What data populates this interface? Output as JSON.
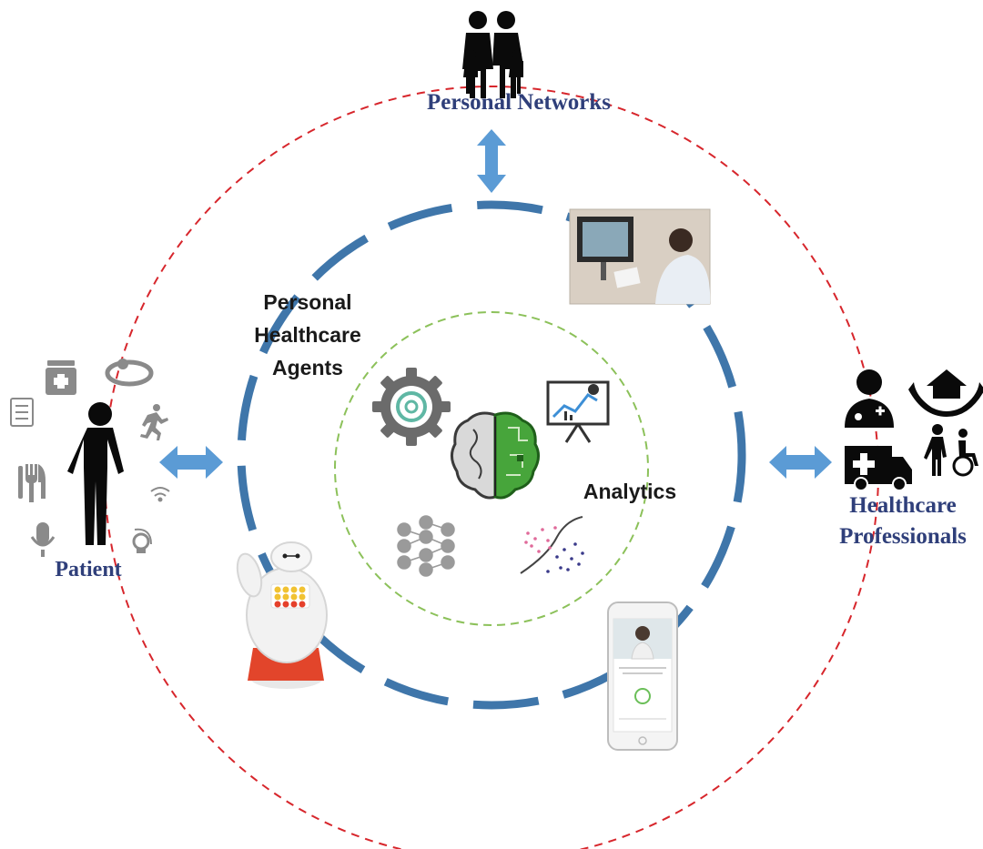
{
  "labels": {
    "personal_networks": "Personal Networks",
    "agents_line1": "Personal",
    "agents_line2": "Healthcare",
    "agents_line3": "Agents",
    "analytics": "Analytics",
    "patient": "Patient",
    "hcp_line1": "Healthcare",
    "hcp_line2": "Professionals"
  },
  "colors": {
    "outer_ring": "#d7262c",
    "middle_ring": "#3f76aa",
    "inner_ring": "#8cc15a",
    "arrow": "#5b9bd5",
    "label_blue": "#2f3f7a",
    "icon_black": "#0a0a0a",
    "icon_gray": "#8a8a8a"
  },
  "icons": [
    "family-icon",
    "medicine-jar-icon",
    "scale-icon",
    "clipboard-icon",
    "running-icon",
    "cutlery-icon",
    "wifi-icon",
    "microphone-icon",
    "satellite-icon",
    "human-body-icon",
    "doctor-icon",
    "caring-hands-house-icon",
    "ambulance-icon",
    "caregiver-wheelchair-icon",
    "gear-at-icon",
    "presentation-chart-icon",
    "brain-icon",
    "neural-network-icon",
    "scatter-plot-icon"
  ]
}
